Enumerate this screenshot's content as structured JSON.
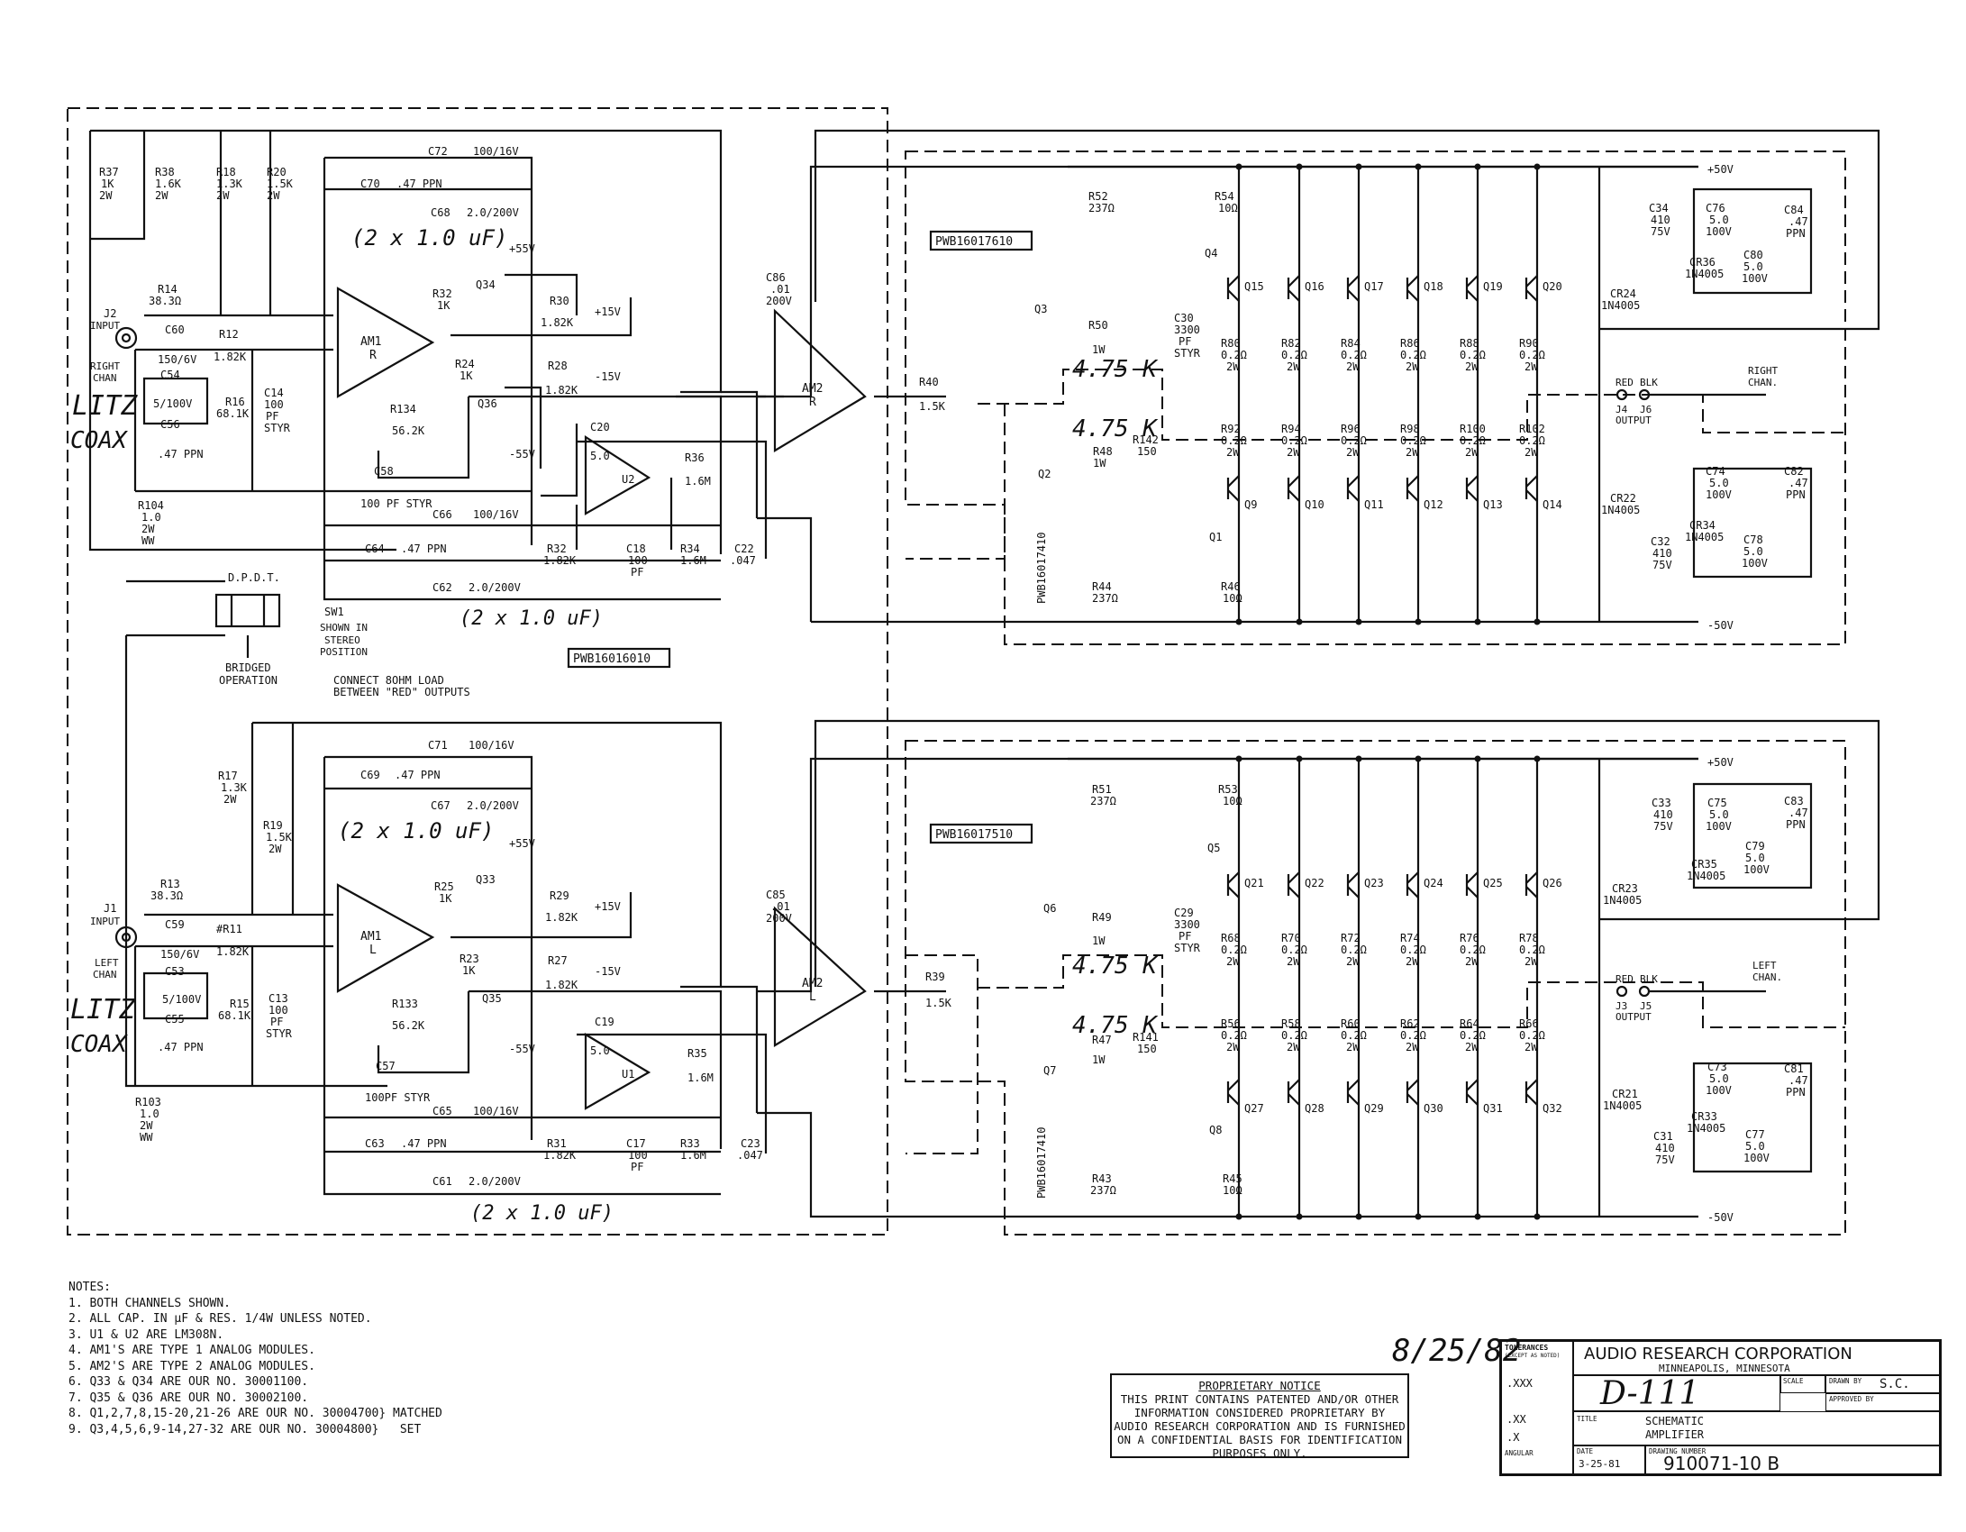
{
  "labels": {
    "title_top_board": "PWB16016010",
    "pwb_right_upper": "PWB16017610",
    "pwb_right_lower": "PWB16017410",
    "pwb_left_upper": "PWB16017510",
    "pwb_left_lower": "PWB16017410",
    "dpdt": "D.P.D.T.",
    "sw1": "SW1",
    "shown_in": "SHOWN IN",
    "stereo": "STEREO",
    "position": "POSITION",
    "bridged": "BRIDGED",
    "operation": "OPERATION",
    "connect1": "CONNECT 8OHM LOAD",
    "connect2": "BETWEEN \"RED\" OUTPUTS",
    "j2": "J2",
    "j1": "J1",
    "input": "INPUT",
    "right": "RIGHT",
    "left": "LEFT",
    "chan": "CHAN",
    "right_chan_out": "RIGHT",
    "left_chan_out": "LEFT",
    "chan_dot": "CHAN.",
    "red": "RED",
    "blk": "BLK",
    "j4": "J4",
    "j6": "J6",
    "j3": "J3",
    "j5": "J5",
    "output": "OUTPUT",
    "plus50": "+50V",
    "minus50": "-50V",
    "plus55": "+55V",
    "minus55": "-55V",
    "plus15": "+15V",
    "minus15": "-15V",
    "am1": "AM1",
    "am2": "AM2",
    "r_lbl": "R",
    "l_lbl": "L",
    "u1": "U1",
    "u2": "U2",
    "r37": "R37",
    "r37v": "1K",
    "r37w": "2W",
    "r38": "R38",
    "r38v": "1.6K",
    "r38w": "2W",
    "r18": "R18",
    "r18v": "1.3K",
    "r18w": "2W",
    "r20": "R20",
    "r20v": "1.5K",
    "r20w": "2W",
    "r14": "R14",
    "r14v": "38.3Ω",
    "c60": "C60",
    "c60v": "150/6V",
    "r12": "R12",
    "r12v": "1.82K",
    "c54": "C54",
    "c54v": "5/100V",
    "c56": "C56",
    "c56v": ".47 PPN",
    "r16": "R16",
    "r16v": "68.1K",
    "c14": "C14",
    "c14v": "100",
    "c14v2": "PF",
    "c14v3": "STYR",
    "r104": "R104",
    "r104v": "1.0",
    "r104w": "2W",
    "r104x": "WW",
    "c72": "C72",
    "c72v": "100/16V",
    "c70": "C70",
    "c70v": ".47 PPN",
    "c68": "C68",
    "c68v": "2.0/200V",
    "r32": "R32",
    "r32v": "1K",
    "q34": "Q34",
    "r30": "R30",
    "r30v": "1.82K",
    "r24": "R24",
    "r24v": "1K",
    "r28": "R28",
    "r28v": "1.82K",
    "r134": "R134",
    "r134v": "56.2K",
    "q36": "Q36",
    "c58": "C58",
    "c58v": "100 PF STYR",
    "c20": "C20",
    "c20v": "5.0",
    "r36": "R36",
    "r36v": "1.6M",
    "c66": "C66",
    "c66v": "100/16V",
    "c64": "C64",
    "c64v": ".47 PPN",
    "r32b": "R32",
    "r32bv": "1.82K",
    "c18": "C18",
    "c18v": "100",
    "c18v2": "PF",
    "r34": "R34",
    "r34v": "1.6M",
    "c22": "C22",
    "c22v": ".047",
    "c62": "C62",
    "c62v": "2.0/200V",
    "c86": "C86",
    "c86v": ".01",
    "c86v2": "200V",
    "r40": "R40",
    "r40v": "1.5K",
    "r52": "R52",
    "r52v": "237Ω",
    "r54": "R54",
    "r54v": "10Ω",
    "q4": "Q4",
    "q3": "Q3",
    "r50": "R50",
    "r50v": "1W",
    "c30": "C30",
    "c30v": "3300",
    "c30v2": "PF",
    "c30v3": "STYR",
    "r48": "R48",
    "r48v": "1W",
    "r142": "R142",
    "r142v": "150",
    "q2": "Q2",
    "q1": "Q1",
    "r44": "R44",
    "r44v": "237Ω",
    "r46": "R46",
    "r46v": "10Ω",
    "c34": "C34",
    "c34v": "410",
    "c34v2": "75V",
    "c76": "C76",
    "c76v": "5.0",
    "c76v2": "100V",
    "cr36": "CR36",
    "cr36v": "1N4005",
    "c80": "C80",
    "c80v": "5.0",
    "c80v2": "100V",
    "c84": "C84",
    "c84v": ".47",
    "c84v2": "PPN",
    "cr24": "CR24",
    "cr24v": "1N4005",
    "cr22": "CR22",
    "cr22v": "1N4005",
    "c32": "C32",
    "c32v": "410",
    "c32v2": "75V",
    "c74": "C74",
    "c74v": "5.0",
    "c74v2": "100V",
    "cr34": "CR34",
    "cr34v": "1N4005",
    "c78": "C78",
    "c78v": "5.0",
    "c78v2": "100V",
    "c82": "C82",
    "c82v": ".47",
    "c82v2": "PPN",
    "r17": "R17",
    "r17v": "1.3K",
    "r17w": "2W",
    "r19": "R19",
    "r19v": "1.5K",
    "r19w": "2W",
    "r13": "R13",
    "r13v": "38.3Ω",
    "c59": "C59",
    "c59v": "150/6V",
    "r11": "#R11",
    "r11v": "1.82K",
    "c53": "C53",
    "c53v": "5/100V",
    "c55": "C55",
    "c55v": ".47 PPN",
    "r15": "R15",
    "r15v": "68.1K",
    "c13": "C13",
    "c13v": "100",
    "c13v2": "PF",
    "c13v3": "STYR",
    "r103": "R103",
    "r103v": "1.0",
    "r103w": "2W",
    "r103x": "WW",
    "c71": "C71",
    "c71v": "100/16V",
    "c69": "C69",
    "c69v": ".47 PPN",
    "c67": "C67",
    "c67v": "2.0/200V",
    "r25": "R25",
    "r25v": "1K",
    "q33": "Q33",
    "r29": "R29",
    "r29v": "1.82K",
    "r23": "R23",
    "r23v": "1K",
    "r27": "R27",
    "r27v": "1.82K",
    "r133": "R133",
    "r133v": "56.2K",
    "q35": "Q35",
    "c57": "C57",
    "c57v": "100PF STYR",
    "c19": "C19",
    "c19v": "5.0",
    "r35": "R35",
    "r35v": "1.6M",
    "c65": "C65",
    "c65v": "100/16V",
    "c63": "C63",
    "c63v": ".47 PPN",
    "r31": "R31",
    "r31v": "1.82K",
    "c17": "C17",
    "c17v": "100",
    "c17v2": "PF",
    "r33": "R33",
    "r33v": "1.6M",
    "c23": "C23",
    "c23v": ".047",
    "c61": "C61",
    "c61v": "2.0/200V",
    "c85": "C85",
    "c85v": ".01",
    "c85v2": "200V",
    "r39": "R39",
    "r39v": "1.5K",
    "r51": "R51",
    "r51v": "237Ω",
    "r53": "R53",
    "r53v": "10Ω",
    "q5": "Q5",
    "q6": "Q6",
    "r49": "R49",
    "r49v": "1W",
    "c29": "C29",
    "c29v": "3300",
    "c29v2": "PF",
    "c29v3": "STYR",
    "r47": "R47",
    "r47v": "1W",
    "r141": "R141",
    "r141v": "150",
    "q7": "Q7",
    "q8": "Q8",
    "r43": "R43",
    "r43v": "237Ω",
    "r45": "R45",
    "r45v": "10Ω",
    "c33": "C33",
    "c33v": "410",
    "c33v2": "75V",
    "c75": "C75",
    "c75v": "5.0",
    "c75v2": "100V",
    "cr35": "CR35",
    "cr35v": "1N4005",
    "c79": "C79",
    "c79v": "5.0",
    "c79v2": "100V",
    "c83": "C83",
    "c83v": ".47",
    "c83v2": "PPN",
    "cr23": "CR23",
    "cr23v": "1N4005",
    "cr21": "CR21",
    "cr21v": "1N4005",
    "c31": "C31",
    "c31v": "410",
    "c31v2": "75V",
    "c73": "C73",
    "c73v": "5.0",
    "c73v2": "100V",
    "cr33": "CR33",
    "cr33v": "1N4005",
    "c77": "C77",
    "c77v": "5.0",
    "c77v2": "100V",
    "c81": "C81",
    "c81v": ".47",
    "c81v2": "PPN",
    "res_val": "0.2Ω",
    "res_w": "2W"
  },
  "upper_out_top_q": [
    "Q15",
    "Q16",
    "Q17",
    "Q18",
    "Q19",
    "Q20"
  ],
  "upper_out_top_r": [
    "R80",
    "R82",
    "R84",
    "R86",
    "R88",
    "R90"
  ],
  "upper_out_bot_r": [
    "R92",
    "R94",
    "R96",
    "R98",
    "R100",
    "R102"
  ],
  "upper_out_bot_q": [
    "Q9",
    "Q10",
    "Q11",
    "Q12",
    "Q13",
    "Q14"
  ],
  "lower_out_top_q": [
    "Q21",
    "Q22",
    "Q23",
    "Q24",
    "Q25",
    "Q26"
  ],
  "lower_out_top_r": [
    "R68",
    "R70",
    "R72",
    "R74",
    "R76",
    "R78"
  ],
  "lower_out_bot_r": [
    "R56",
    "R58",
    "R60",
    "R62",
    "R64",
    "R66"
  ],
  "lower_out_bot_q": [
    "Q27",
    "Q28",
    "Q29",
    "Q30",
    "Q31",
    "Q32"
  ],
  "handwritten": {
    "litz1": "LITZ",
    "coax1": "COAX",
    "litz2": "LITZ",
    "coax2": "COAX",
    "cap_note_top": "(2 x 1.0 uF)",
    "cap_note_mid": "(2 x 1.0 uF)",
    "cap_note_low": "(2 x 1.0 uF)",
    "cap_note_bottom": "(2 x 1.0 uF)",
    "r475_1": "4.75 K",
    "r475_2": "4.75 K",
    "r475_3": "4.75 K",
    "r475_4": "4.75 K",
    "date": "8/25/82",
    "model": "D-111"
  },
  "notes": {
    "heading": "NOTES:",
    "items": [
      "1. BOTH CHANNELS SHOWN.",
      "2. ALL CAP. IN µF & RES. 1/4W UNLESS NOTED.",
      "3. U1 & U2 ARE LM308N.",
      "4. AM1'S ARE TYPE 1 ANALOG MODULES.",
      "5. AM2'S ARE TYPE 2 ANALOG MODULES.",
      "6. Q33 & Q34 ARE OUR NO. 30001100.",
      "7. Q35 & Q36 ARE OUR NO. 30002100.",
      "8. Q1,2,7,8,15-20,21-26 ARE OUR NO. 30004700} MATCHED",
      "9. Q3,4,5,6,9-14,27-32 ARE OUR NO. 30004800}   SET"
    ]
  },
  "notice": {
    "heading": "PROPRIETARY NOTICE",
    "lines": [
      "THIS PRINT CONTAINS PATENTED AND/OR OTHER",
      "INFORMATION CONSIDERED PROPRIETARY BY",
      "AUDIO RESEARCH CORPORATION AND IS FURNISHED",
      "ON A CONFIDENTIAL BASIS FOR IDENTIFICATION",
      "PURPOSES ONLY."
    ]
  },
  "title_block": {
    "tolerances": "TOLERANCES",
    "tol_sub": "(EXCEPT AS NOTED)",
    "xxx": ".XXX",
    "xx": ".XX",
    "x": ".X",
    "angular": "ANGULAR",
    "company": "AUDIO RESEARCH CORPORATION",
    "city": "MINNEAPOLIS, MINNESOTA",
    "scale": "SCALE",
    "drawn_by": "DRAWN BY",
    "drawn_val": "S.C.",
    "approved_by": "APPROVED BY",
    "title_lbl": "TITLE",
    "title1": "SCHEMATIC",
    "title2": "AMPLIFIER",
    "date_lbl": "DATE",
    "date_val": "3-25-81",
    "drawing_lbl": "DRAWING NUMBER",
    "drawing_val": "910071-10 B"
  }
}
